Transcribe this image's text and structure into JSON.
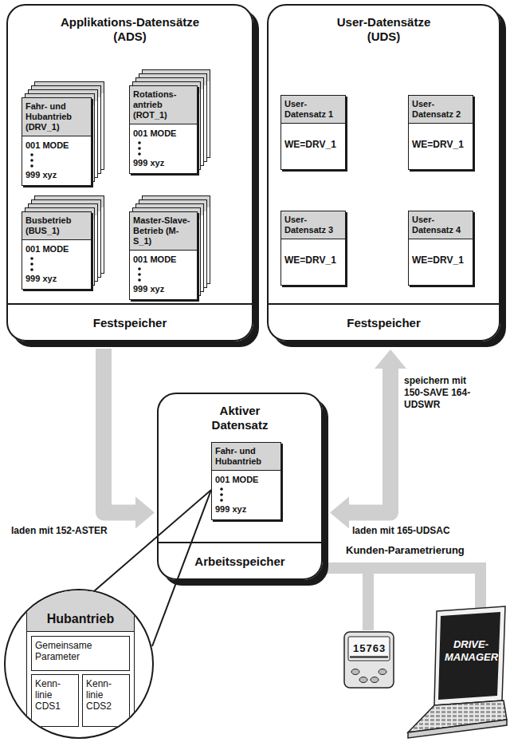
{
  "diagram": {
    "nodes": [
      {
        "text": [
          "Applikations-Datensätze (ADS)",
          "Festspeicher"
        ]
      },
      {
        "text": [
          "Fahr- und Hubantrieb (DRV_1)",
          "001 MODE",
          "999 xyz"
        ],
        "in": 0
      },
      {
        "text": [
          "Rotations-antrieb (ROT_1)",
          "001 MODE",
          "999 xyz"
        ],
        "in": 0
      },
      {
        "text": [
          "Busbetrieb (BUS_1)",
          "001 MODE",
          "999 xyz"
        ],
        "in": 0
      },
      {
        "text": [
          "Master-Slave-Betrieb (M-S_1)",
          "001 MODE",
          "999 xyz"
        ],
        "in": 0
      },
      {
        "text": [
          "User-Datensätze (UDS)",
          "Festspeicher"
        ]
      },
      {
        "text": [
          "User-Datensatz 1",
          "WE=DRV_1"
        ],
        "in": 5
      },
      {
        "text": [
          "User-Datensatz 2",
          "WE=DRV_1"
        ],
        "in": 5
      },
      {
        "text": [
          "User-Datensatz 3",
          "WE=DRV_1"
        ],
        "in": 5
      },
      {
        "text": [
          "User-Datensatz 4",
          "WE=DRV_1"
        ],
        "in": 5
      },
      {
        "text": [
          "Aktiver Datensatz",
          "Arbeitsspeicher"
        ]
      },
      {
        "text": [
          "Fahr- und Hubantrieb",
          "001 MODE",
          "999 xyz"
        ],
        "in": 10
      },
      {
        "text": [
          "Hubantrieb"
        ]
      },
      {
        "text": [
          "Gemeinsame Parameter"
        ],
        "in": 12
      },
      {
        "text": [
          "Kenn- linie CDS1"
        ],
        "in": 12
      },
      {
        "text": [
          "Kenn- linie CDS2"
        ],
        "in": 12
      }
    ],
    "edges": [
      {
        "from": 0,
        "to": 10,
        "arrow": "to",
        "label": "laden mit 152-ASTER"
      },
      {
        "from": 10,
        "to": 5,
        "arrow": "both"
      }
    ],
    "labels": [
      "speichern mit 150-SAVE 164-UDSWR",
      "laden mit 165-UDSAC",
      "Kunden-Parametrierung",
      "15763",
      "DRIVE- MANAGER"
    ]
  }
}
